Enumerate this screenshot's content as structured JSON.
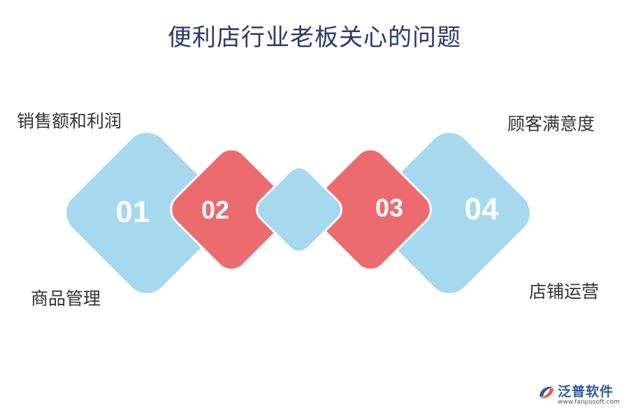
{
  "title": "便利店行业老板关心的问题",
  "items": [
    {
      "number": "01",
      "label": "销售额和利润"
    },
    {
      "number": "02",
      "label": "商品管理"
    },
    {
      "number": "03",
      "label": "顾客满意度"
    },
    {
      "number": "04",
      "label": "店铺运营"
    }
  ],
  "colors": {
    "blue": "#a6d8ee",
    "red": "#ec6b6f",
    "title": "#2a3a6b",
    "label": "#333333"
  },
  "logo": {
    "name": "泛普软件",
    "url": "www.fanpusoft.com"
  }
}
